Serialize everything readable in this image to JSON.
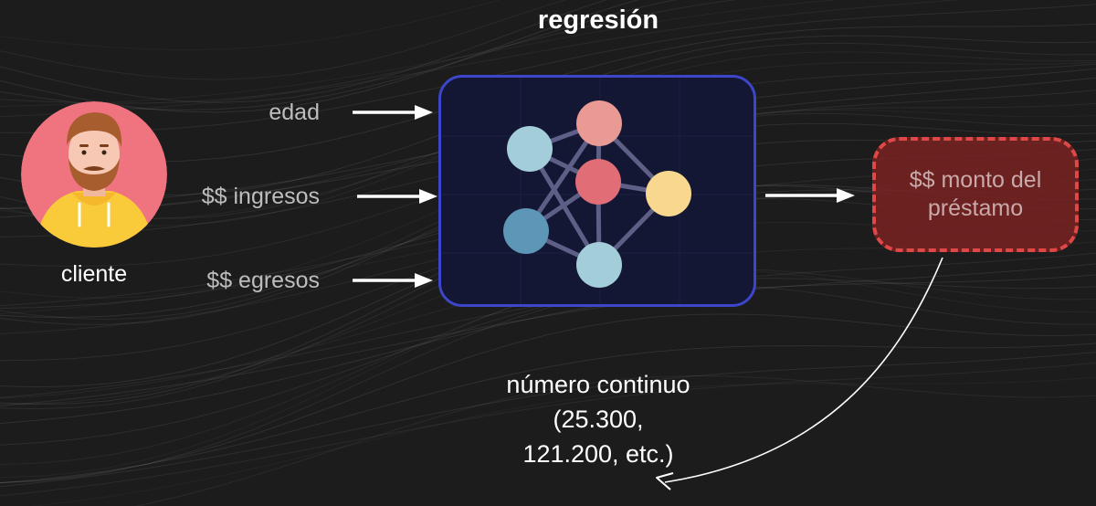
{
  "title": "regresión",
  "client": {
    "label": "cliente",
    "icon": "person-avatar-icon"
  },
  "inputs": [
    {
      "label": "edad"
    },
    {
      "label": "$$ ingresos"
    },
    {
      "label": "$$ egresos"
    }
  ],
  "model": {
    "icon": "neural-network-icon"
  },
  "output": {
    "label": "$$ monto del préstamo"
  },
  "note": {
    "lines": [
      "número continuo",
      "(25.300,",
      "121.200, etc.)"
    ]
  },
  "colors": {
    "model_border": "#3d46c9",
    "model_fill": "#131733",
    "output_border": "#e04848",
    "output_fill": "#7a2222",
    "node_light_blue": "#a3cdd9",
    "node_pink": "#e99a95",
    "node_red": "#e16d77",
    "node_yellow": "#f8d78f",
    "node_dark_blue": "#5d96b6"
  }
}
